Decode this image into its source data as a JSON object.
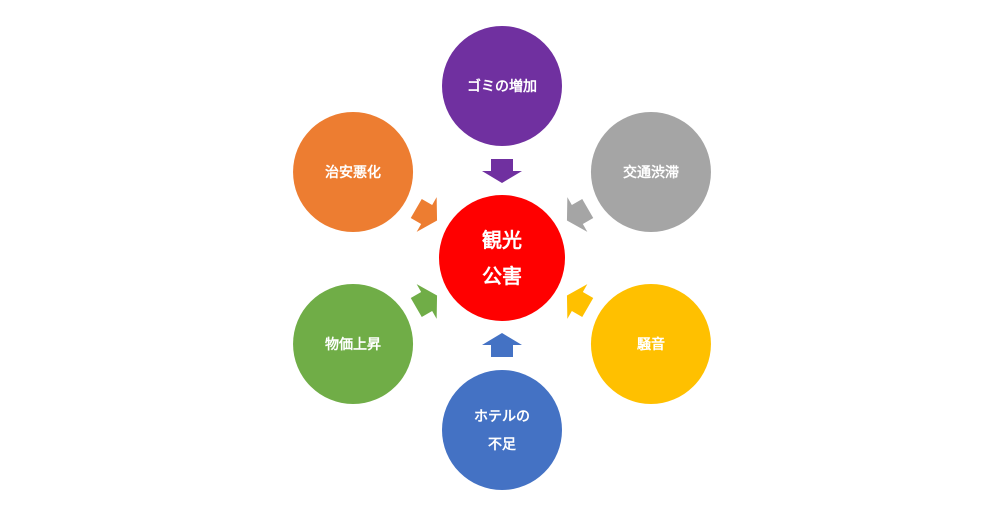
{
  "center": {
    "lines": [
      "観光",
      "公害"
    ],
    "color": "#FF0000"
  },
  "causes": [
    {
      "lines": [
        "ゴミの増加"
      ],
      "color": "#7030A0",
      "angle_deg": -90
    },
    {
      "lines": [
        "交通渋滞"
      ],
      "color": "#A5A5A5",
      "angle_deg": -30
    },
    {
      "lines": [
        "騒音"
      ],
      "color": "#FFC000",
      "angle_deg": 30
    },
    {
      "lines": [
        "ホテルの",
        "不足"
      ],
      "color": "#4472C4",
      "angle_deg": 90
    },
    {
      "lines": [
        "物価上昇"
      ],
      "color": "#70AD47",
      "angle_deg": 150
    },
    {
      "lines": [
        "治安悪化"
      ],
      "color": "#ED7D31",
      "angle_deg": 210
    }
  ]
}
